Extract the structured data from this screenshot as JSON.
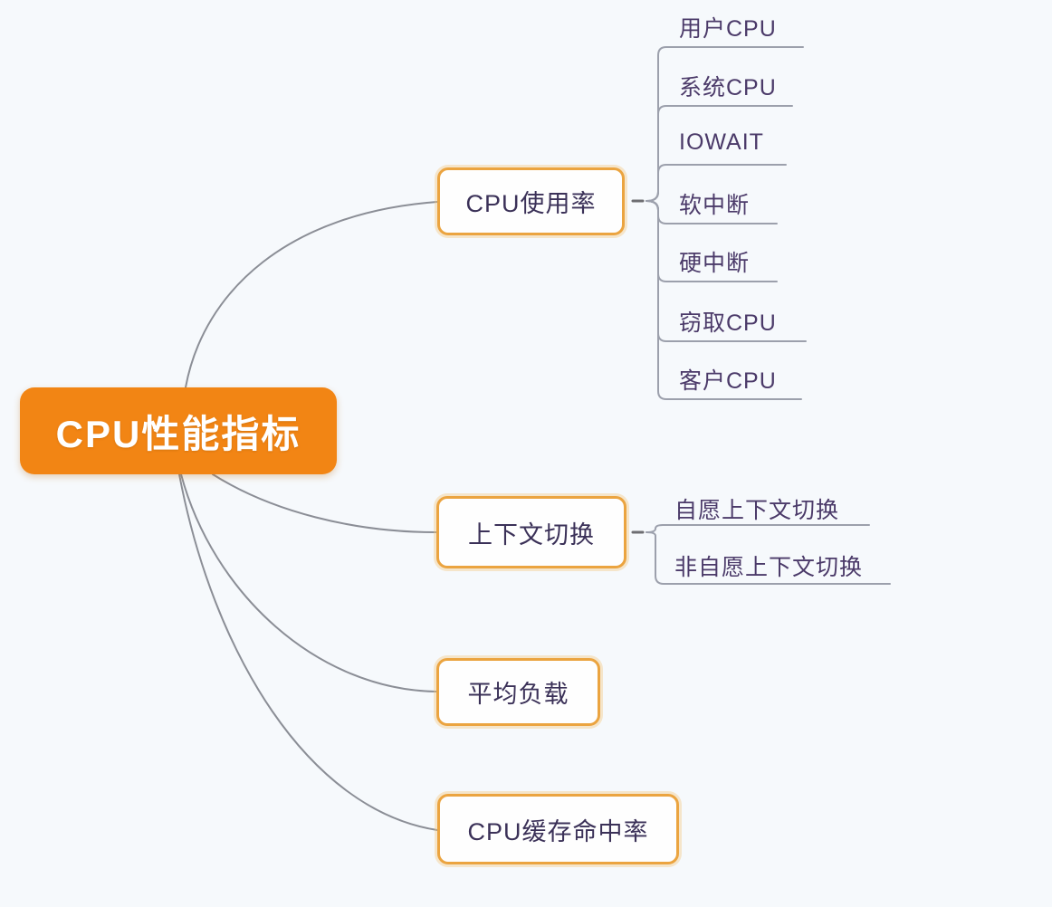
{
  "root": {
    "label": "CPU性能指标"
  },
  "branches": [
    {
      "label": "CPU使用率",
      "children": [
        "用户CPU",
        "系统CPU",
        "IOWAIT",
        "软中断",
        "硬中断",
        "窃取CPU",
        "客户CPU"
      ]
    },
    {
      "label": "上下文切换",
      "children": [
        "自愿上下文切换",
        "非自愿上下文切换"
      ]
    },
    {
      "label": "平均负载",
      "children": []
    },
    {
      "label": "CPU缓存命中率",
      "children": []
    }
  ],
  "colors": {
    "root_fill": "#f28514",
    "root_text": "#ffffff",
    "branch_border": "#eba440",
    "branch_text": "#3b3158",
    "leaf_text": "#4b3a69",
    "curve_line": "#8b8e96",
    "leaf_line": "#9ca0ac",
    "background": "#f6f9fc"
  }
}
